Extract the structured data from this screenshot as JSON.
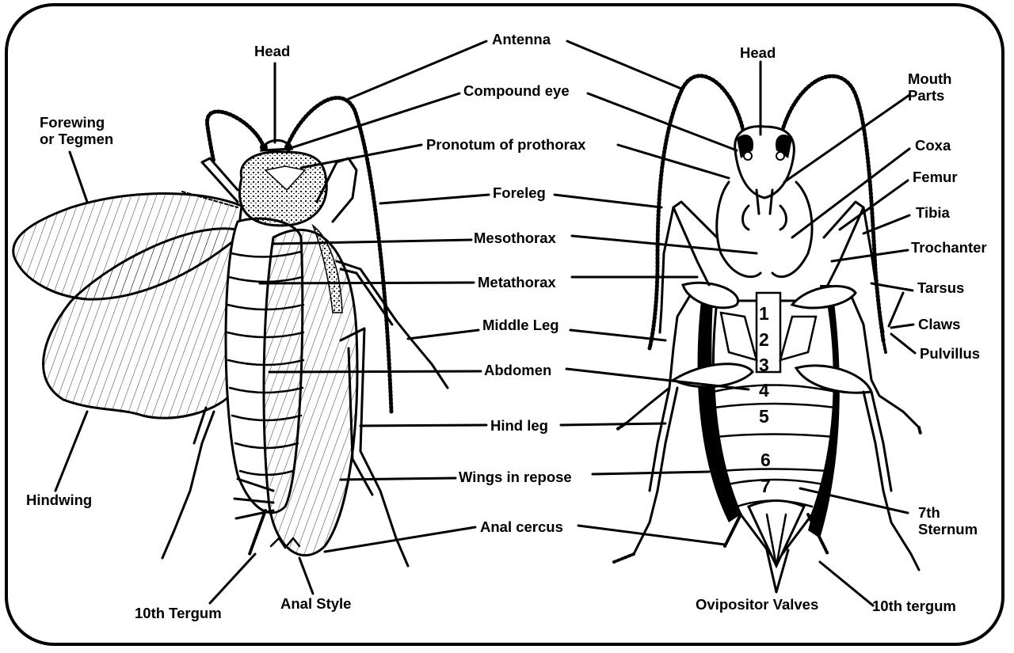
{
  "dorsal_view": {
    "labels": {
      "head": "Head",
      "antenna": "Antenna",
      "compound_eye": "Compound eye",
      "pronotum": "Pronotum of prothorax",
      "foreleg": "Foreleg",
      "mesothorax": "Mesothorax",
      "metathorax": "Metathorax",
      "middle_leg": "Middle Leg",
      "abdomen": "Abdomen",
      "hind_leg": "Hind leg",
      "wings_in_repose": "Wings in repose",
      "anal_cercus": "Anal cercus",
      "forewing": "Forewing\nor Tegmen",
      "hindwing": "Hindwing",
      "tenth_tergum": "10th Tergum",
      "anal_style": "Anal Style"
    }
  },
  "ventral_view": {
    "labels": {
      "head": "Head",
      "mouth_parts": "Mouth\nParts",
      "coxa": "Coxa",
      "femur": "Femur",
      "tibia": "Tibia",
      "trochanter": "Trochanter",
      "tarsus": "Tarsus",
      "claws": "Claws",
      "pulvillus": "Pulvillus",
      "seventh_sternum": "7th\nSternum",
      "ovipositor_valves": "Ovipositor Valves",
      "tenth_tergum": "10th tergum"
    },
    "segment_numbers": [
      "1",
      "2",
      "3",
      "4",
      "5",
      "6",
      "7"
    ]
  }
}
